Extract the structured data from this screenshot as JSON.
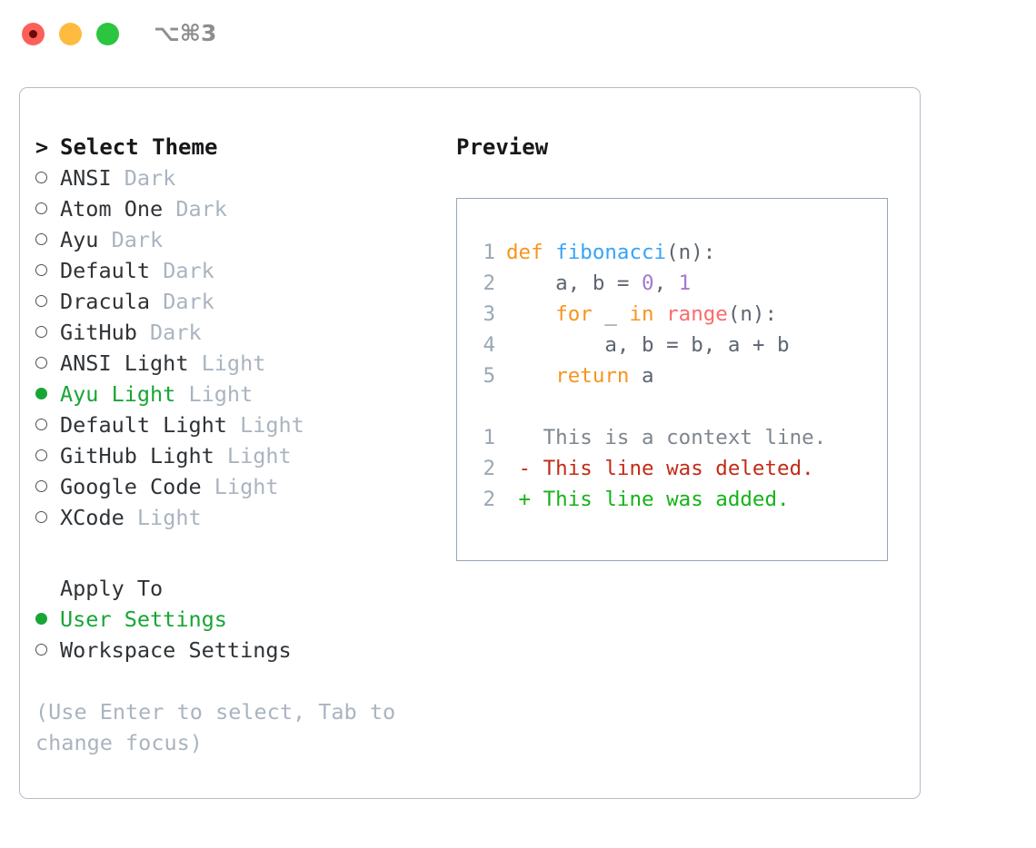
{
  "titlebar": {
    "shortcut": "⌥⌘3",
    "controls": [
      {
        "name": "close",
        "color": "#fc6058"
      },
      {
        "name": "minimize",
        "color": "#fdbc40"
      },
      {
        "name": "maximize",
        "color": "#2bc53f"
      }
    ]
  },
  "theme_panel": {
    "header_marker": ">",
    "header": "Select Theme",
    "items": [
      {
        "marker": "o",
        "selected": false,
        "label": "ANSI",
        "suffix": "Dark"
      },
      {
        "marker": "o",
        "selected": false,
        "label": "Atom One",
        "suffix": "Dark"
      },
      {
        "marker": "o",
        "selected": false,
        "label": "Ayu",
        "suffix": "Dark"
      },
      {
        "marker": "o",
        "selected": false,
        "label": "Default",
        "suffix": "Dark"
      },
      {
        "marker": "o",
        "selected": false,
        "label": "Dracula",
        "suffix": "Dark"
      },
      {
        "marker": "o",
        "selected": false,
        "label": "GitHub",
        "suffix": "Dark"
      },
      {
        "marker": "o",
        "selected": false,
        "label": "ANSI Light",
        "suffix": "Light"
      },
      {
        "marker": "●",
        "selected": true,
        "label": "Ayu Light",
        "suffix": "Light"
      },
      {
        "marker": "o",
        "selected": false,
        "label": "Default Light",
        "suffix": "Light"
      },
      {
        "marker": "o",
        "selected": false,
        "label": "GitHub Light",
        "suffix": "Light"
      },
      {
        "marker": "o",
        "selected": false,
        "label": "Google Code",
        "suffix": "Light"
      },
      {
        "marker": "o",
        "selected": false,
        "label": "XCode",
        "suffix": "Light"
      }
    ]
  },
  "apply_to": {
    "title": "Apply To",
    "options": [
      {
        "selected": true,
        "label": "User Settings"
      },
      {
        "selected": false,
        "label": "Workspace Settings"
      }
    ]
  },
  "hint": "(Use Enter to select, Tab to change focus)",
  "preview": {
    "title": "Preview",
    "code_lines": [
      {
        "lineno": "1",
        "tokens": [
          {
            "text": "def ",
            "type": "kw"
          },
          {
            "text": "fibonacci",
            "type": "fn"
          },
          {
            "text": "(n):",
            "type": "txt"
          }
        ]
      },
      {
        "lineno": "2",
        "tokens": [
          {
            "text": "    a, b = ",
            "type": "txt"
          },
          {
            "text": "0",
            "type": "num"
          },
          {
            "text": ", ",
            "type": "txt"
          },
          {
            "text": "1",
            "type": "num"
          }
        ]
      },
      {
        "lineno": "3",
        "tokens": [
          {
            "text": "    ",
            "type": "txt"
          },
          {
            "text": "for",
            "type": "kw"
          },
          {
            "text": " _ ",
            "type": "txt"
          },
          {
            "text": "in",
            "type": "kw"
          },
          {
            "text": " ",
            "type": "txt"
          },
          {
            "text": "range",
            "type": "call"
          },
          {
            "text": "(n):",
            "type": "txt"
          }
        ]
      },
      {
        "lineno": "4",
        "tokens": [
          {
            "text": "        a, b = b, a + b",
            "type": "txt"
          }
        ]
      },
      {
        "lineno": "5",
        "tokens": [
          {
            "text": "    ",
            "type": "txt"
          },
          {
            "text": "return",
            "type": "kw"
          },
          {
            "text": " a",
            "type": "txt"
          }
        ]
      }
    ],
    "diff_lines": [
      {
        "lineno": "1",
        "sign": " ",
        "text": "This is a context line.",
        "type": "context"
      },
      {
        "lineno": "2",
        "sign": "-",
        "text": "This line was deleted.",
        "type": "deleted"
      },
      {
        "lineno": "2",
        "sign": "+",
        "text": "This line was added.",
        "type": "added"
      }
    ]
  },
  "colors": {
    "accent_green": "#17a636",
    "keyword_orange": "#f7941e",
    "function_blue": "#36a3f7",
    "number_purple": "#a37acc",
    "call_red": "#f96b6b",
    "muted": "#aab4c0",
    "diff_deleted": "#c22b16",
    "diff_added": "#15b317"
  }
}
